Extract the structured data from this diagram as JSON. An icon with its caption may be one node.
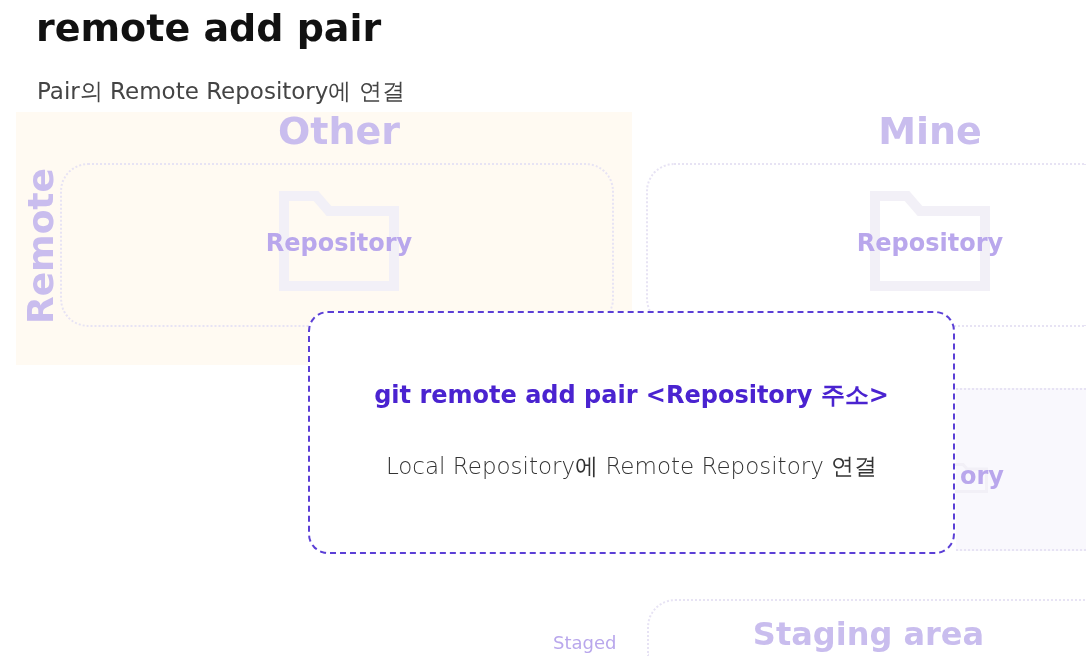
{
  "diagram": {
    "title": "remote add pair",
    "nodes": [
      {
        "text": [
          "Remote"
        ]
      },
      {
        "text": [
          "Other",
          "Repository"
        ],
        "in": 0
      },
      {
        "text": [
          "Mine",
          "Repository"
        ]
      },
      {
        "text": [
          "ory"
        ]
      },
      {
        "text": [
          "git remote add pair <Repository 주소>",
          "Local Repository에 Remote Repository 연결"
        ]
      },
      {
        "text": [
          "Staging area"
        ]
      }
    ],
    "labels": [
      "Pair의 Remote Repository에 연결",
      "Staged"
    ]
  }
}
